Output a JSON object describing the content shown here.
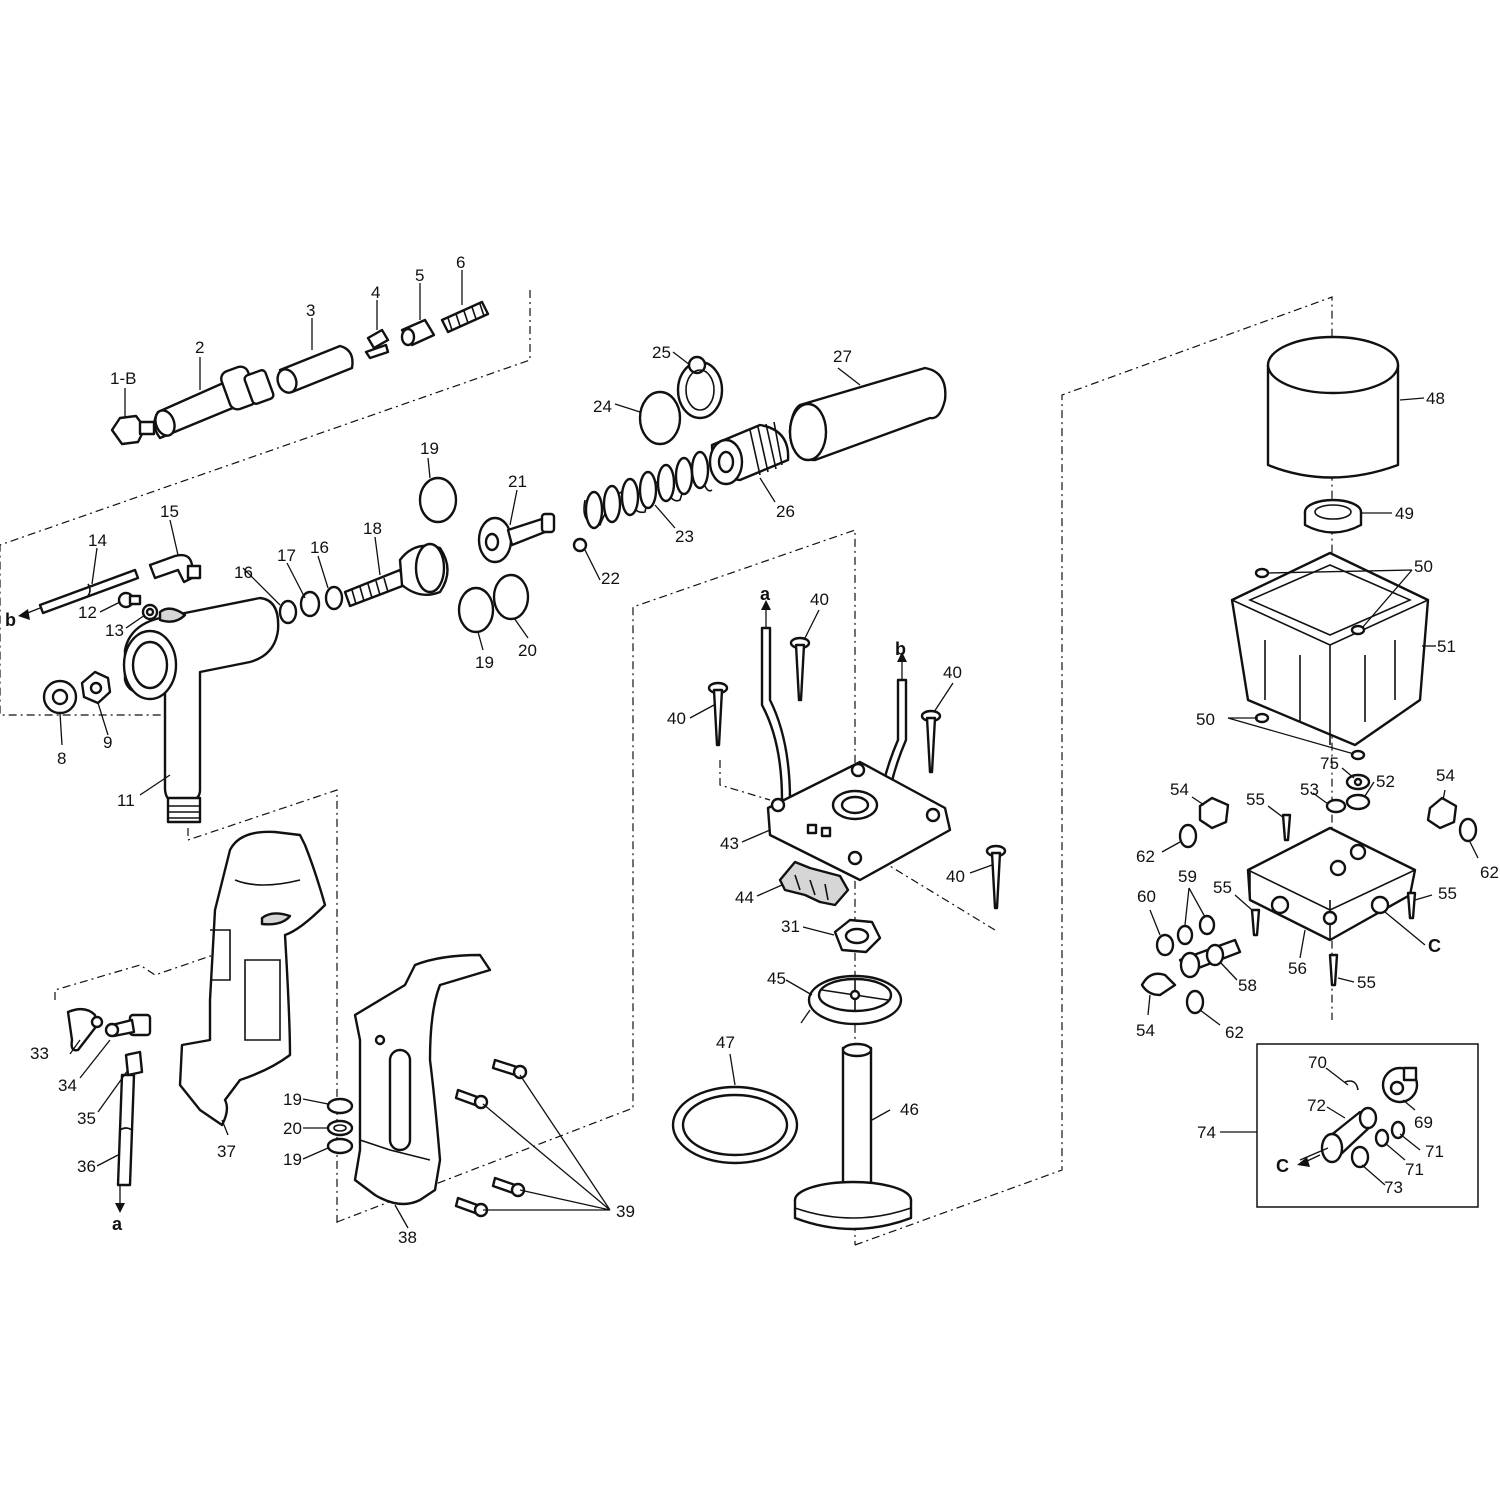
{
  "callouts": {
    "c1B": "1-B",
    "c2": "2",
    "c3": "3",
    "c4": "4",
    "c5": "5",
    "c6": "6",
    "c8": "8",
    "c9": "9",
    "c11": "11",
    "c12": "12",
    "c13": "13",
    "c14": "14",
    "c15": "15",
    "c16a": "16",
    "c16b": "16",
    "c17": "17",
    "c18": "18",
    "c19a": "19",
    "c19b": "19",
    "c19c": "19",
    "c19d": "19",
    "c20a": "20",
    "c20b": "20",
    "c21": "21",
    "c22": "22",
    "c23": "23",
    "c24": "24",
    "c25": "25",
    "c26": "26",
    "c27": "27",
    "c31": "31",
    "c33": "33",
    "c34": "34",
    "c35": "35",
    "c36": "36",
    "c37": "37",
    "c38": "38",
    "c39": "39",
    "c40a": "40",
    "c40b": "40",
    "c40c": "40",
    "c40d": "40",
    "c43": "43",
    "c44": "44",
    "c45": "45",
    "c46": "46",
    "c47": "47",
    "c48": "48",
    "c49": "49",
    "c50a": "50",
    "c50b": "50",
    "c51": "51",
    "c52": "52",
    "c53": "53",
    "c54a": "54",
    "c54b": "54",
    "c54c": "54",
    "c55a": "55",
    "c55b": "55",
    "c55c": "55",
    "c55d": "55",
    "c56": "56",
    "c58": "58",
    "c59": "59",
    "c60": "60",
    "c62a": "62",
    "c62b": "62",
    "c62c": "62",
    "c69": "69",
    "c70": "70",
    "c71a": "71",
    "c71b": "71",
    "c72": "72",
    "c73": "73",
    "c74": "74",
    "c75": "75"
  },
  "connectors": {
    "a_top": "a",
    "b_top": "b",
    "a_bottom": "a",
    "b_left": "b",
    "c_right": "C",
    "c_inset": "C"
  }
}
